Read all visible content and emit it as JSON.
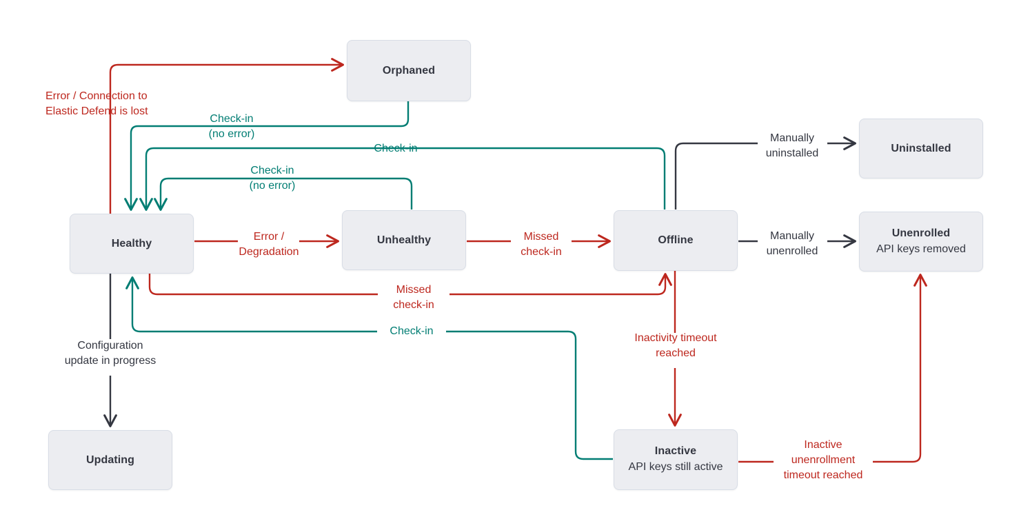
{
  "diagram": {
    "title": "Elastic Agent status state diagram",
    "colors": {
      "red": "#BD271E",
      "teal": "#017D73",
      "dark": "#343741",
      "node_fill": "#ECEDF1",
      "node_border": "#D8DDE6",
      "background": "#FFFFFF"
    },
    "nodes": [
      {
        "id": "orphaned",
        "title": "Orphaned",
        "sub": ""
      },
      {
        "id": "healthy",
        "title": "Healthy",
        "sub": ""
      },
      {
        "id": "unhealthy",
        "title": "Unhealthy",
        "sub": ""
      },
      {
        "id": "offline",
        "title": "Offline",
        "sub": ""
      },
      {
        "id": "uninstalled",
        "title": "Uninstalled",
        "sub": ""
      },
      {
        "id": "unenrolled",
        "title": "Unenrolled",
        "sub": "API keys removed"
      },
      {
        "id": "updating",
        "title": "Updating",
        "sub": ""
      },
      {
        "id": "inactive",
        "title": "Inactive",
        "sub": "API keys still active"
      }
    ],
    "edges": [
      {
        "id": "healthy-to-orphaned",
        "label": "Error / Connection to\nElastic Defend is lost",
        "color": "red",
        "from": "healthy",
        "to": "orphaned"
      },
      {
        "id": "orphaned-to-healthy",
        "label": "Check-in\n(no error)",
        "color": "teal",
        "from": "orphaned",
        "to": "healthy"
      },
      {
        "id": "offline-to-healthy",
        "label": "Check-in",
        "color": "teal",
        "from": "offline",
        "to": "healthy"
      },
      {
        "id": "unhealthy-to-healthy",
        "label": "Check-in\n(no error)",
        "color": "teal",
        "from": "unhealthy",
        "to": "healthy"
      },
      {
        "id": "healthy-to-unhealthy",
        "label": "Error /\nDegradation",
        "color": "red",
        "from": "healthy",
        "to": "unhealthy"
      },
      {
        "id": "unhealthy-to-offline",
        "label": "Missed\ncheck-in",
        "color": "red",
        "from": "unhealthy",
        "to": "offline"
      },
      {
        "id": "healthy-to-offline",
        "label": "Missed\ncheck-in",
        "color": "red",
        "from": "healthy",
        "to": "offline"
      },
      {
        "id": "inactive-to-healthy",
        "label": "Check-in",
        "color": "teal",
        "from": "inactive",
        "to": "healthy"
      },
      {
        "id": "offline-to-uninstalled",
        "label": "Manually\nuninstalled",
        "color": "dark",
        "from": "offline",
        "to": "uninstalled"
      },
      {
        "id": "offline-to-unenrolled",
        "label": "Manually\nunenrolled",
        "color": "dark",
        "from": "offline",
        "to": "unenrolled"
      },
      {
        "id": "offline-to-inactive",
        "label": "Inactivity timeout\nreached",
        "color": "red",
        "from": "offline",
        "to": "inactive"
      },
      {
        "id": "inactive-to-unenrolled",
        "label": "Inactive\nunenrollment\ntimeout reached",
        "color": "red",
        "from": "inactive",
        "to": "unenrolled"
      },
      {
        "id": "healthy-to-updating",
        "label": "Configuration\nupdate in progress",
        "color": "dark",
        "from": "healthy",
        "to": "updating"
      }
    ]
  }
}
